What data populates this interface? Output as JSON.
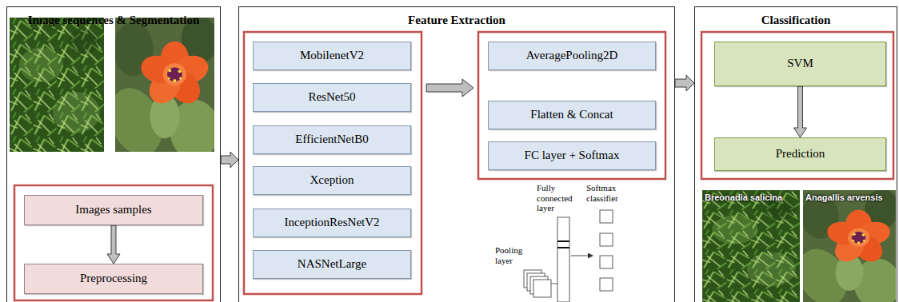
{
  "diagram": {
    "nodes": [
      {
        "text": [
          "Image sequences & Segmentation"
        ]
      },
      {
        "text": [
          "Images samples"
        ],
        "in": 0
      },
      {
        "text": [
          "Preprocessing"
        ],
        "in": 0
      },
      {
        "text": [
          "Feature Extraction"
        ]
      },
      {
        "text": [
          "MobilenetV2"
        ],
        "in": 3
      },
      {
        "text": [
          "ResNet50"
        ],
        "in": 3
      },
      {
        "text": [
          "EfficientNetB0"
        ],
        "in": 3
      },
      {
        "text": [
          "Xception"
        ],
        "in": 3
      },
      {
        "text": [
          "InceptionResNetV2"
        ],
        "in": 3
      },
      {
        "text": [
          "NASNetLarge"
        ],
        "in": 3
      },
      {
        "text": [
          "AveragePooling2D"
        ],
        "in": 3
      },
      {
        "text": [
          "Flatten & Concat"
        ],
        "in": 3
      },
      {
        "text": [
          "FC layer + Softmax"
        ],
        "in": 3
      },
      {
        "text": [
          "Classification"
        ]
      },
      {
        "text": [
          "SVM"
        ],
        "in": 13
      },
      {
        "text": [
          "Prediction"
        ],
        "in": 13
      }
    ],
    "edges": [
      {
        "from": 1,
        "to": 2,
        "arrow": "to"
      },
      {
        "from": 0,
        "to": 3,
        "arrow": "to"
      },
      {
        "from": 3,
        "to": 13,
        "arrow": "to"
      },
      {
        "from": 14,
        "to": 15,
        "arrow": "to"
      }
    ],
    "labels": [
      "Pooling layer",
      "Fully connected layer",
      "Softmax classifier",
      "Breonadia salicina",
      "Anagallis arvensis"
    ]
  }
}
